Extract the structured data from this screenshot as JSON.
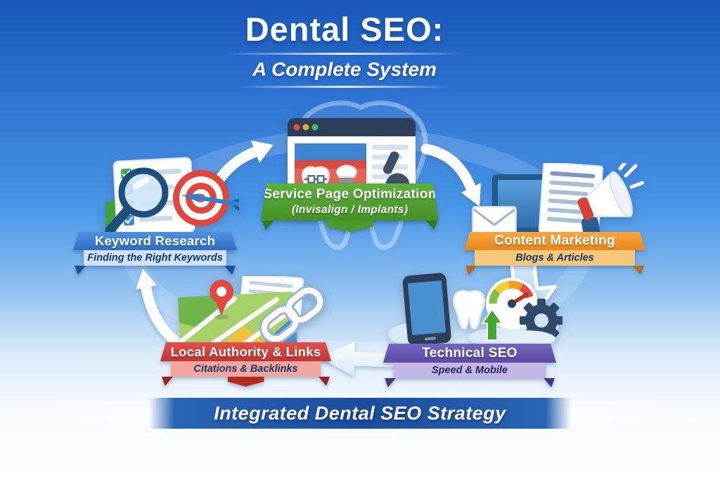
{
  "title": {
    "main": "Dental SEO:",
    "subtitle": "A Complete System"
  },
  "nodes": {
    "keyword_research": {
      "label": "Keyword Research",
      "sublabel": "Finding the Right Keywords",
      "color": "#3b7fd6",
      "sub_color": "#cfe2f6"
    },
    "service_page": {
      "label": "Service Page Optimization",
      "sublabel": "(Invisalign / Implants)",
      "color": "#52a335"
    },
    "content_marketing": {
      "label": "Content Marketing",
      "sublabel": "Blogs & Articles",
      "color": "#f2952c",
      "sub_color": "#f7c77c"
    },
    "technical_seo": {
      "label": "Technical SEO",
      "sublabel": "Speed & Mobile",
      "color": "#6557b2",
      "sub_color": "#c3b6e6"
    },
    "local_authority": {
      "label": "Local Authority & Links",
      "sublabel": "Citations & Backlinks",
      "color": "#d94840",
      "sub_color": "#f2a6a0"
    }
  },
  "footer": {
    "banner": "Integrated Dental SEO Strategy",
    "color": "#1b4d9e"
  },
  "icons": {
    "keyword_research": [
      "checklist-document-icon",
      "magnifier-icon",
      "target-dart-icon"
    ],
    "service_page": [
      "browser-window-icon",
      "tooth-braces-icon",
      "dental-implant-icon",
      "wrench-icon"
    ],
    "content_marketing": [
      "laptop-icon",
      "article-document-icon",
      "envelope-icon",
      "megaphone-icon"
    ],
    "technical_seo": [
      "smartphone-icon",
      "tooth-icon",
      "speedometer-icon",
      "gear-icon",
      "up-arrow-icon",
      "cloud-icon"
    ],
    "local_authority": [
      "map-icon",
      "location-pin-icon",
      "chain-links-icon",
      "citation-document-icon"
    ],
    "flow_arrows": [
      "curved-arrow-up-right",
      "curved-arrow-down-right",
      "block-arrow-down",
      "block-arrow-left",
      "curved-arrow-up-left"
    ],
    "watermark": "tooth-outline-watermark"
  },
  "background": {
    "top": "#1857b8",
    "middle": "#4b97e8",
    "bottom": "#ffffff"
  }
}
